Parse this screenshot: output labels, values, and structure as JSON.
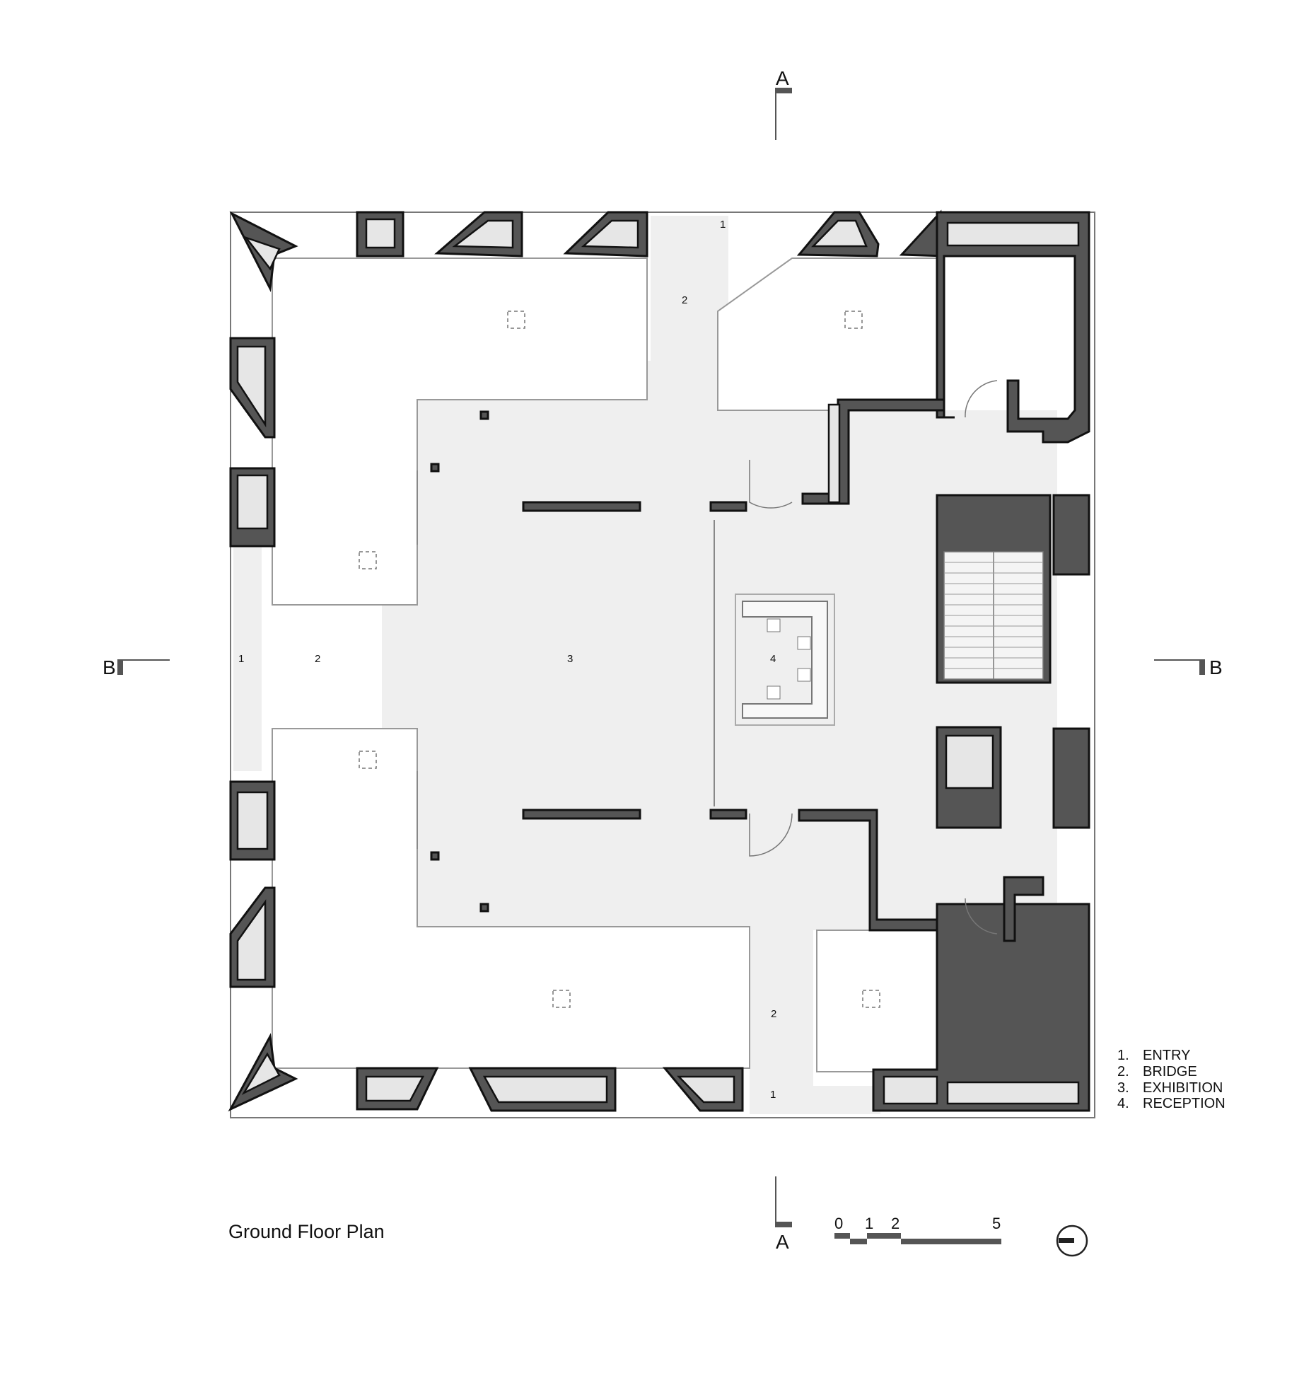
{
  "title": "Ground Floor Plan",
  "section_marks": {
    "a_top": "A",
    "a_bottom": "A",
    "b_left": "B",
    "b_right": "B"
  },
  "room_numbers": {
    "entry_top": "1",
    "bridge_top": "2",
    "entry_left": "1",
    "bridge_left": "2",
    "exhibition": "3",
    "reception": "4",
    "bridge_bottom": "2",
    "entry_bottom": "1"
  },
  "legend": [
    {
      "num": "1.",
      "label": "ENTRY"
    },
    {
      "num": "2.",
      "label": "BRIDGE"
    },
    {
      "num": "3.",
      "label": "EXHIBITION"
    },
    {
      "num": "4.",
      "label": "RECEPTION"
    }
  ],
  "scale_bar": {
    "labels": [
      "0",
      "1",
      "2",
      "5"
    ]
  },
  "colors": {
    "wall": "#555555",
    "wall_cell": "#e6e6e6",
    "floor": "#efefef",
    "line": "#111111"
  }
}
